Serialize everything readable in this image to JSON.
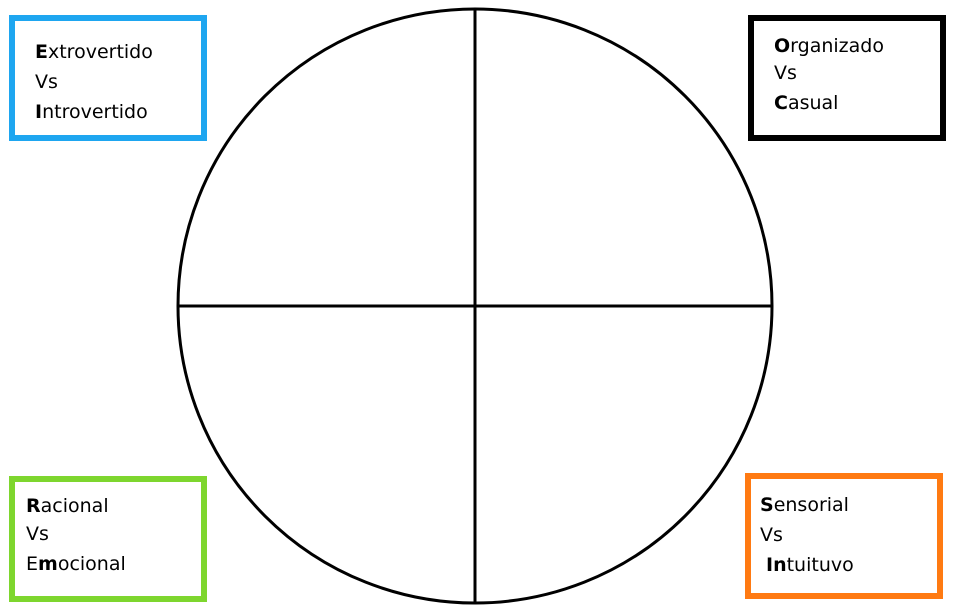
{
  "diagram": {
    "stroke_color": "#000000",
    "boxes": {
      "top_left": {
        "border_color": "#1ea6f0",
        "line1": {
          "initial": "E",
          "rest": "xtrovertido"
        },
        "line2": "Vs",
        "line3": {
          "initial": "I",
          "rest": "ntrovertido"
        }
      },
      "top_right": {
        "border_color": "#000000",
        "line1": {
          "initial": "O",
          "rest": "rganizado"
        },
        "line2": "Vs",
        "line3": {
          "initial": "C",
          "rest": "asual"
        }
      },
      "bottom_left": {
        "border_color": "#7ed62e",
        "line1": {
          "initial": "R",
          "rest": "acional"
        },
        "line2": "Vs",
        "line3": {
          "pre": "E",
          "initial": "m",
          "rest": "ocional"
        }
      },
      "bottom_right": {
        "border_color": "#ff7a12",
        "line1": {
          "initial": "S",
          "rest": "ensorial"
        },
        "line2": "Vs",
        "line3": {
          "initial": "In",
          "rest": "tuituvo"
        }
      }
    }
  }
}
